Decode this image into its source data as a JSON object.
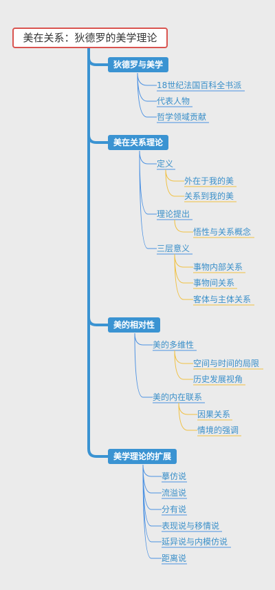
{
  "root": {
    "label": "美在关系：狄德罗的美学理论"
  },
  "branches": [
    {
      "label": "狄德罗与美学",
      "children": [
        "18世纪法国百科全书派",
        "代表人物",
        "哲学领域贡献"
      ]
    },
    {
      "label": "美在关系理论",
      "groups": [
        {
          "label": "定义",
          "leaves": [
            "外在于我的美",
            "关系到我的美"
          ]
        },
        {
          "label": "理论提出",
          "leaves": [
            "悟性与关系概念"
          ]
        },
        {
          "label": "三层意义",
          "leaves": [
            "事物内部关系",
            "事物间关系",
            "客体与主体关系"
          ]
        }
      ]
    },
    {
      "label": "美的相对性",
      "groups": [
        {
          "label": "美的多维性",
          "leaves": [
            "空间与时间的局限",
            "历史发展视角"
          ]
        },
        {
          "label": "美的内在联系",
          "leaves": [
            "因果关系",
            "情境的强调"
          ]
        }
      ]
    },
    {
      "label": "美学理论的扩展",
      "children": [
        "摹仿说",
        "流溢说",
        "分有说",
        "表现说与移情说",
        "延异说与内模仿说",
        "距离说"
      ]
    }
  ],
  "colors": {
    "trunk": "#3a93d2",
    "branch_fill": "#3a93d2",
    "sub_line": "#4a90e2",
    "leaf_line": "#f0c040",
    "text": "#3a8fc9",
    "root_border": "#d9534f",
    "background": "#ebebeb"
  }
}
